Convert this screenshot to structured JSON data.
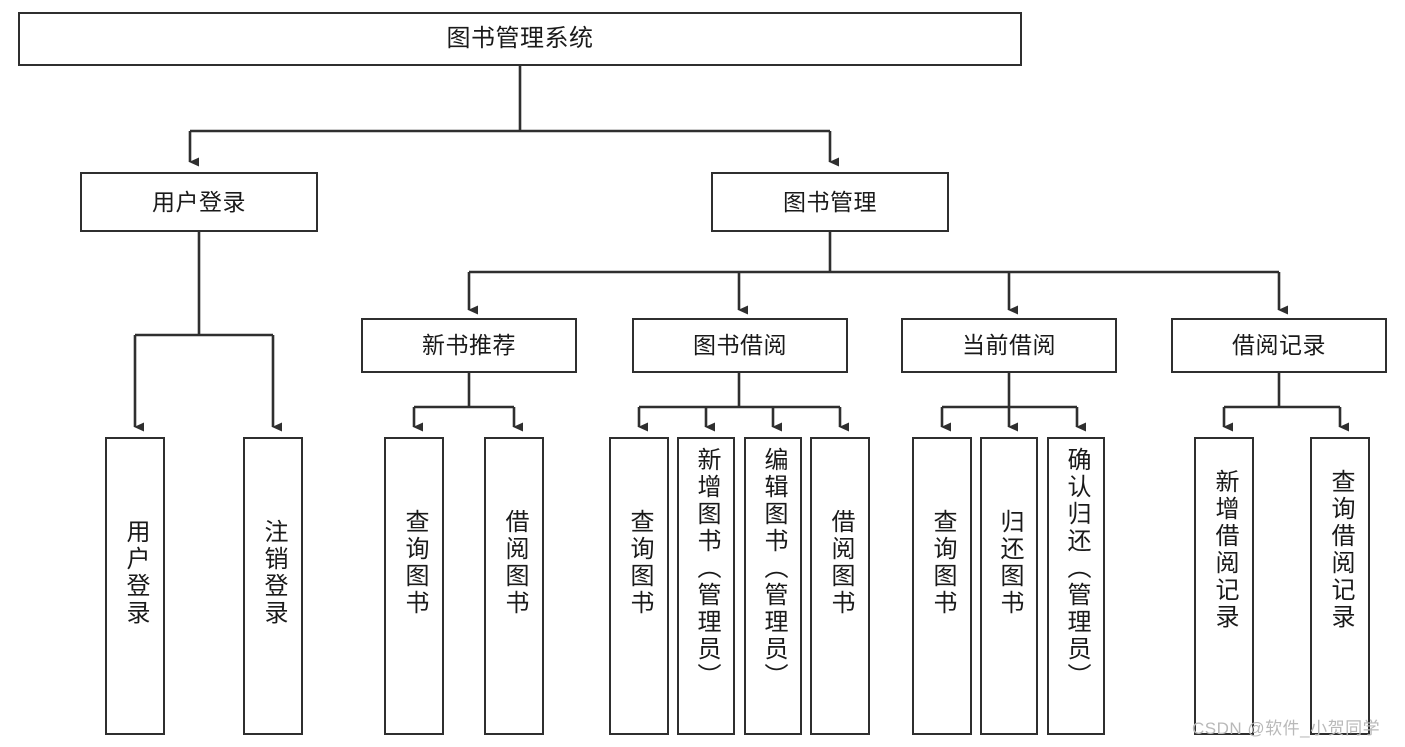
{
  "diagram": {
    "title": "图书管理系统",
    "type": "tree",
    "watermark": "CSDN @软件_小贺同学",
    "colors": {
      "box_border": "#2f2f2f",
      "box_fill": "#ffffff",
      "connector": "#2f2f2f",
      "text": "#1a1a1a",
      "watermark": "#b9b9b9"
    },
    "nodes": {
      "root": {
        "label": "图书管理系统",
        "level": 0,
        "orientation": "horizontal"
      },
      "level1": [
        {
          "id": "user-login",
          "label": "用户登录",
          "orientation": "horizontal"
        },
        {
          "id": "book-manage",
          "label": "图书管理",
          "orientation": "horizontal"
        }
      ],
      "level2": [
        {
          "id": "new-book-recommend",
          "label": "新书推荐",
          "orientation": "horizontal",
          "parent": "book-manage"
        },
        {
          "id": "book-borrow",
          "label": "图书借阅",
          "orientation": "horizontal",
          "parent": "book-manage"
        },
        {
          "id": "current-borrow",
          "label": "当前借阅",
          "orientation": "horizontal",
          "parent": "book-manage"
        },
        {
          "id": "borrow-record",
          "label": "借阅记录",
          "orientation": "horizontal",
          "parent": "book-manage"
        }
      ],
      "leaves": [
        {
          "id": "leaf-user-login",
          "label": "用户登录",
          "orientation": "vertical",
          "parent": "user-login"
        },
        {
          "id": "leaf-user-logout",
          "label": "注销登录",
          "orientation": "vertical",
          "parent": "user-login"
        },
        {
          "id": "leaf-query-book-1",
          "label": "查询图书",
          "orientation": "vertical",
          "parent": "new-book-recommend"
        },
        {
          "id": "leaf-borrow-book-1",
          "label": "借阅图书",
          "orientation": "vertical",
          "parent": "new-book-recommend"
        },
        {
          "id": "leaf-query-book-2",
          "label": "查询图书",
          "orientation": "vertical",
          "parent": "book-borrow"
        },
        {
          "id": "leaf-add-book",
          "label": "新增图书（管理员）",
          "orientation": "vertical",
          "parent": "book-borrow"
        },
        {
          "id": "leaf-edit-book",
          "label": "编辑图书（管理员）",
          "orientation": "vertical",
          "parent": "book-borrow"
        },
        {
          "id": "leaf-borrow-book-2",
          "label": "借阅图书",
          "orientation": "vertical",
          "parent": "book-borrow"
        },
        {
          "id": "leaf-query-book-3",
          "label": "查询图书",
          "orientation": "vertical",
          "parent": "current-borrow"
        },
        {
          "id": "leaf-return-book",
          "label": "归还图书",
          "orientation": "vertical",
          "parent": "current-borrow"
        },
        {
          "id": "leaf-confirm-return",
          "label": "确认归还（管理员）",
          "orientation": "vertical",
          "parent": "current-borrow"
        },
        {
          "id": "leaf-add-record",
          "label": "新增借阅记录",
          "orientation": "vertical",
          "parent": "borrow-record"
        },
        {
          "id": "leaf-query-record",
          "label": "查询借阅记录",
          "orientation": "vertical",
          "parent": "borrow-record"
        }
      ]
    }
  }
}
